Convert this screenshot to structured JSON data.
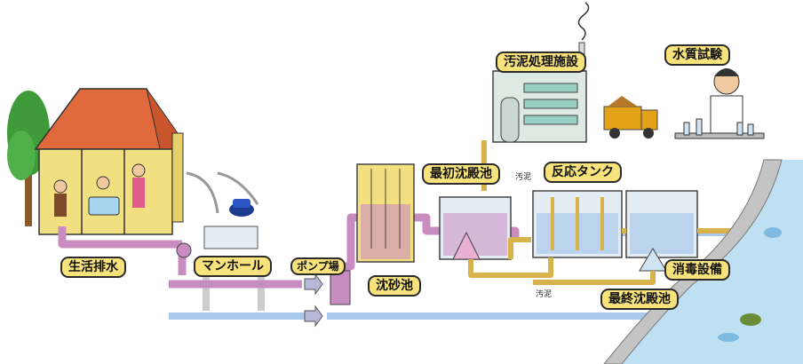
{
  "labels": {
    "domestic_wastewater": "生活排水",
    "manhole": "マンホール",
    "pump_station": "ポンプ場",
    "grit_chamber": "沈砂池",
    "primary_settling_tank": "最初沈殿池",
    "reaction_tank": "反応タンク",
    "disinfection": "消毒設備",
    "final_settling_tank": "最終沈殿池",
    "sludge_treatment": "汚泥処理施設",
    "water_quality_test": "水質試験"
  },
  "notes": {
    "sludge_1": "汚泥",
    "sludge_2": "汚泥"
  },
  "colors": {
    "sewage_pipe": "#c98cc0",
    "rain_pipe": "#a9c9ea",
    "sludge_pipe": "#d8b24a",
    "label_fill": "#f7e27c",
    "river": "#bfe0f2"
  }
}
